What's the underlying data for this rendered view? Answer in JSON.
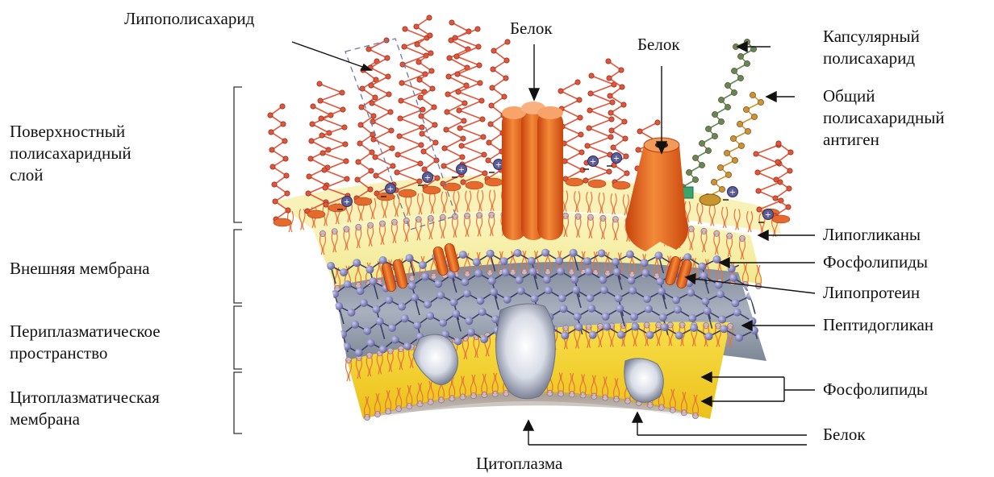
{
  "labels": {
    "lipopolysaccharide": "Липополисахарид",
    "protein_top_1": "Белок",
    "protein_top_2": "Белок",
    "capsular_line1": "Капсулярный",
    "capsular_line2": "полисахарид",
    "common_line1": "Общий",
    "common_line2": "полисахаридный",
    "common_line3": "антиген",
    "surface_line1": "Поверхностный",
    "surface_line2": "полисахаридный",
    "surface_line3": "слой",
    "outer_membrane": "Внешняя мембрана",
    "periplasm_line1": "Периплазматическое",
    "periplasm_line2": "пространство",
    "cyto_membrane_line1": "Цитоплазматическая",
    "cyto_membrane_line2": "мембрана",
    "lipoglycans": "Липогликаны",
    "phospholipids_outer": "Фосфолипиды",
    "lipoprotein": "Липопротеин",
    "peptidoglycan": "Пептидогликан",
    "phospholipids_inner": "Фосфолипиды",
    "protein_bottom": "Белок",
    "cytoplasm": "Цитоплазма"
  },
  "colors": {
    "lipid_tail": "#e8733c",
    "lipid_head": "#c9b4c2",
    "outer_band": "#f6f0a8",
    "periplasm_band": "#8e98a8",
    "inner_band": "#f2d21e",
    "protein_orange": "#e25a14",
    "protein_grey": "#c8ccd8",
    "polysaccharide_red": "#e2553a",
    "capsular_green": "#5c8c55",
    "antigen_gold": "#c9952e",
    "peptidoglycan_node": "#7e7fb6"
  }
}
